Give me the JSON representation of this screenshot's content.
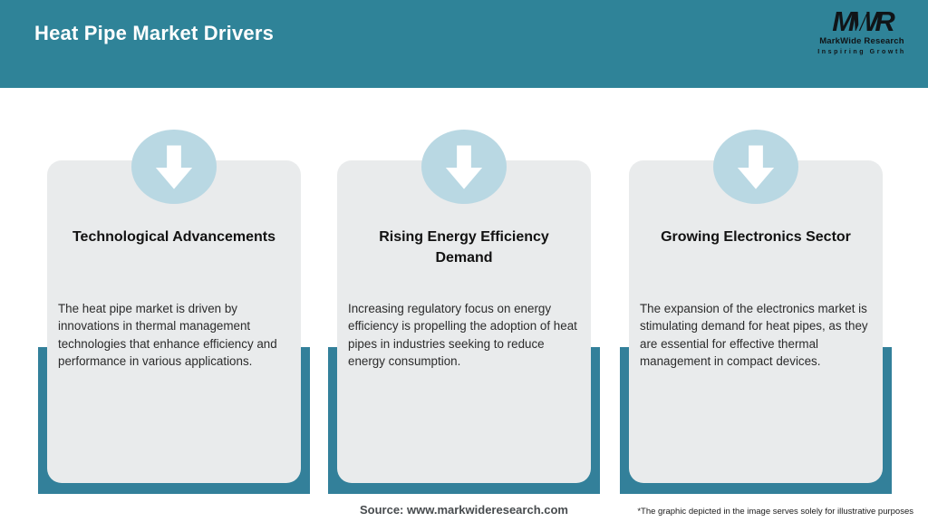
{
  "header": {
    "title": "Heat Pipe Market Drivers",
    "logo": {
      "acronym": "MWR",
      "name": "MarkWide Research",
      "tagline": "Inspiring Growth"
    }
  },
  "cards": [
    {
      "icon": "down-arrow-icon",
      "title": "Technological Advancements",
      "description": "The heat pipe market is driven by innovations in thermal management technologies that enhance efficiency and performance in various applications."
    },
    {
      "icon": "down-arrow-icon",
      "title": "Rising Energy Efficiency Demand",
      "description": "Increasing regulatory focus on energy efficiency is propelling the adoption of heat pipes in industries seeking to reduce energy consumption."
    },
    {
      "icon": "down-arrow-icon",
      "title": "Growing Electronics Sector",
      "description": "The expansion of the electronics market is stimulating demand for heat pipes, as they are essential for effective thermal management in compact devices."
    }
  ],
  "footer": {
    "source": "Source: www.markwideresearch.com",
    "disclaimer": "*The graphic depicted in the image serves solely for illustrative purposes"
  },
  "colors": {
    "page-bg": "#FFFFFF",
    "header-teal": "#2F8398",
    "accent-teal": "#33809A",
    "card-bg": "#E9EBEC",
    "badge-blue": "#B9D8E3",
    "title-text": "#121212",
    "body-text": "#2B2B2B",
    "source-text": "#474B4E",
    "logo-text": "#101417",
    "white": "#FFFFFF"
  }
}
